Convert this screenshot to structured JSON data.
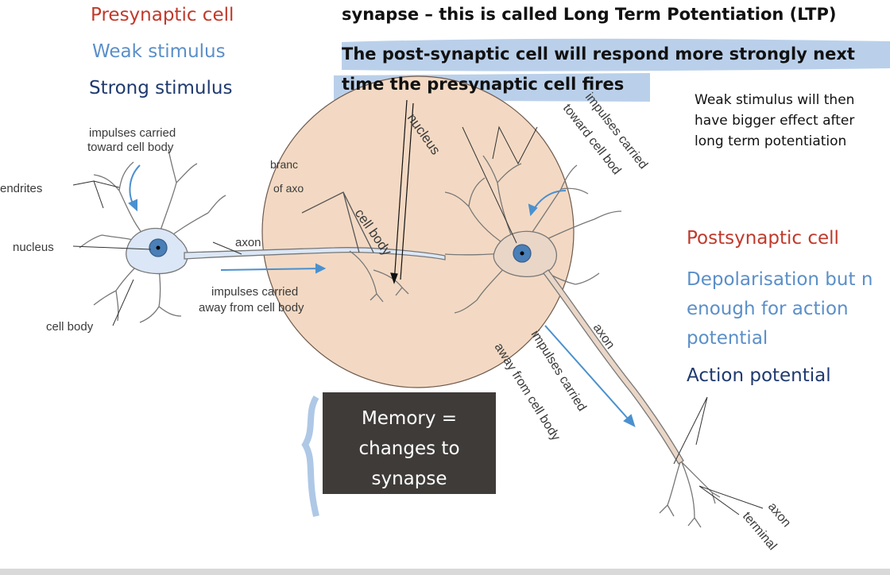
{
  "legend": {
    "presynaptic": {
      "label": "Presynaptic cell",
      "color": "#c0392b"
    },
    "weak": {
      "label": "Weak stimulus",
      "color": "#5b8fc9"
    },
    "strong": {
      "label": "Strong stimulus",
      "color": "#1f3a6e"
    }
  },
  "header": {
    "line1": "synapse – this is called Long Term Potentiation (LTP)",
    "line2a": "The post-synaptic cell will respond more strongly next",
    "line2b": "time the presynaptic cell fires",
    "highlight_color": "#aec8e6"
  },
  "note": {
    "line1": "Weak stimulus will then",
    "line2": "have bigger effect after",
    "line3": "long term potentiation"
  },
  "right_legend": {
    "postsynaptic": {
      "label": "Postsynaptic cell",
      "color": "#c0392b"
    },
    "depol1": "Depolarisation but n",
    "depol2": "enough for action",
    "depol3": "potential",
    "depol_color": "#5b8fc9",
    "action": {
      "label": "Action potential",
      "color": "#1f3a6e"
    }
  },
  "memory_box": {
    "line1": "Memory =",
    "line2": "changes to",
    "line3": "synapse",
    "bg": "#3f3b39"
  },
  "neuron_left": {
    "impulses_in_1": "impulses carried",
    "impulses_in_2": "toward cell body",
    "dendrites": "endrites",
    "nucleus": "nucleus",
    "cell_body": "cell body",
    "axon": "axon",
    "impulses_out_1": "impulses carried",
    "impulses_out_2": "away from cell body",
    "branch_1": "branc",
    "branch_2": "of axo"
  },
  "neuron_right": {
    "nucleus": "nucleus",
    "cell_body": "cell body",
    "impulses_in_1": "impulses carried",
    "impulses_in_2": "toward cell bod",
    "axon": "axon",
    "impulses_out_1": "impulses carried",
    "impulses_out_2": "away from cell body",
    "terminal_1": "axon",
    "terminal_2": "terminal"
  },
  "colors": {
    "circle_fill": "#f3d9c3",
    "soma_left": "#dbe7f6",
    "soma_right": "#ead6c7",
    "arrow_blue": "#4a90cf",
    "neuron_outline": "#6b6b6b"
  }
}
